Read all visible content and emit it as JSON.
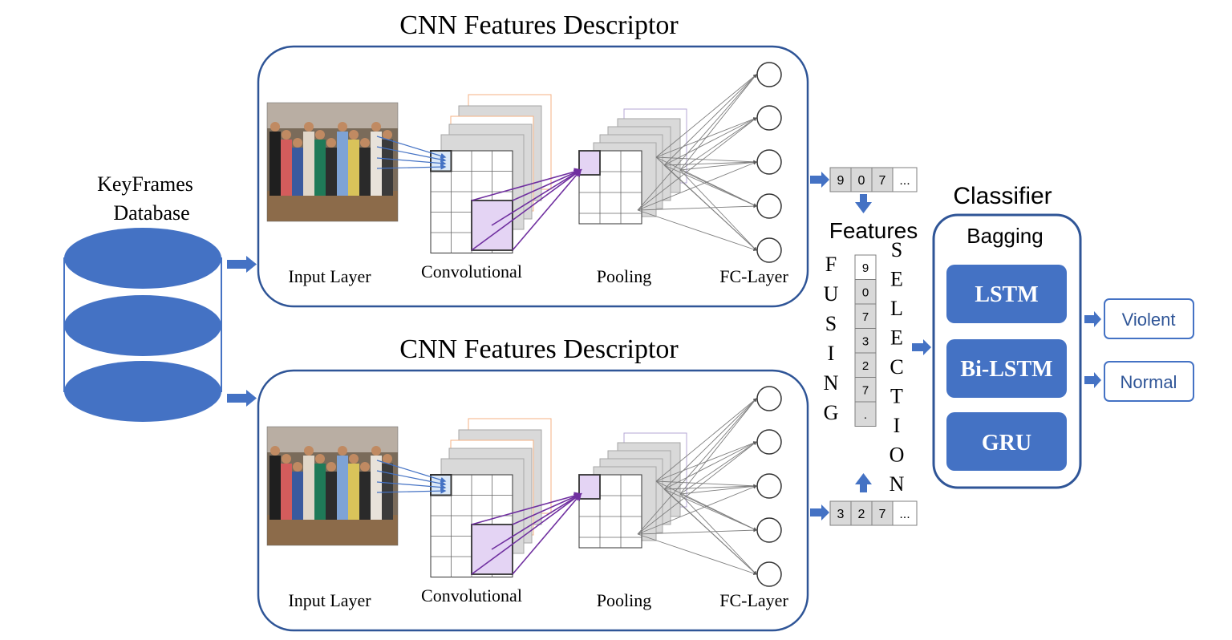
{
  "database": {
    "label_line1": "KeyFrames",
    "label_line2": "Database"
  },
  "descriptors": [
    {
      "title": "CNN Features Descriptor",
      "layers": [
        "Input Layer",
        "Convolutional",
        "Pooling",
        "FC-Layer"
      ],
      "output_vector": [
        "9",
        "0",
        "7",
        "..."
      ]
    },
    {
      "title": "CNN Features Descriptor",
      "layers": [
        "Input Layer",
        "Convolutional",
        "Pooling",
        "FC-Layer"
      ],
      "output_vector": [
        "3",
        "2",
        "7",
        "..."
      ]
    }
  ],
  "fusion": {
    "features_label": "Features",
    "fusing_letters": [
      "F",
      "U",
      "S",
      "I",
      "N",
      "G"
    ],
    "selection_letters": [
      "S",
      "E",
      "L",
      "E",
      "C",
      "T",
      "I",
      "O",
      "N"
    ],
    "fused_vector": [
      "9",
      "0",
      "7",
      "3",
      "2",
      "7",
      "."
    ]
  },
  "classifier": {
    "title": "Classifier",
    "subtitle": "Bagging",
    "models": [
      "LSTM",
      "Bi-LSTM",
      "GRU"
    ]
  },
  "outputs": [
    "Violent",
    "Normal"
  ],
  "colors": {
    "accent": "#4472c4",
    "frame": "#2f5597",
    "conv_highlight": "#e4d4f4",
    "conv_stroke": "#7030a0",
    "input_highlight": "#dbe8f7",
    "grey_layer": "#d9d9d9",
    "orange_layer": "#f4b183",
    "purple_layer": "#b4a7d6"
  }
}
